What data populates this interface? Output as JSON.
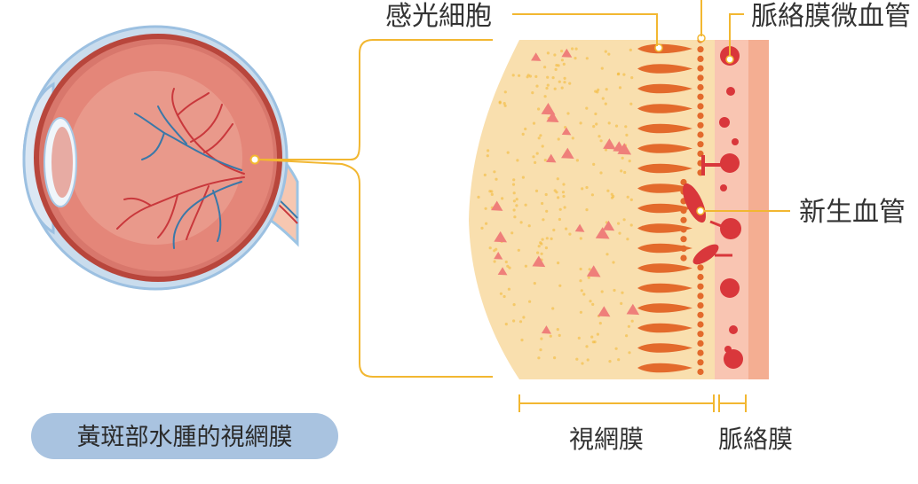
{
  "labels": {
    "photoreceptor": "感光細胞",
    "choroid_capillary": "脈絡膜微血管",
    "new_vessel": "新生血管",
    "retina": "視網膜",
    "choroid": "脈絡膜",
    "caption": "黃斑部水腫的視網膜"
  },
  "colors": {
    "leader_line": "#f2b731",
    "retina_tissue": "#f9dfae",
    "photoreceptor_cell": "#e36a2c",
    "vessel_red": "#d9373b",
    "choroid_band": "#f4ae92",
    "caption_badge": "#a9c3e0",
    "eye_sclera": "#c9dced"
  },
  "icons": [
    "eyeball-cross-section",
    "retina-layer-magnified",
    "new-blood-vessel",
    "choroid-capillary",
    "photoreceptor-cell"
  ]
}
